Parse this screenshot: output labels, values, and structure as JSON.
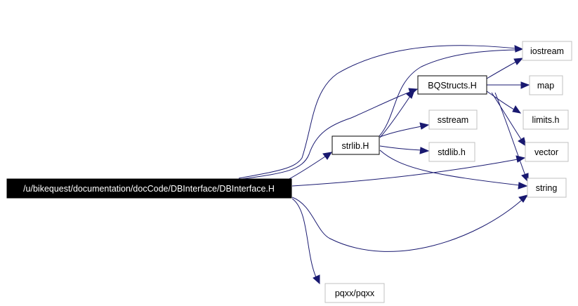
{
  "graph": {
    "root": "/u/bikequest/documentation/docCode/DBInterface/DBInterface.H",
    "nodes": {
      "iostream": "iostream",
      "bqstructs": "BQStructs.H",
      "map": "map",
      "limits": "limits.h",
      "sstream": "sstream",
      "strlib": "strlib.H",
      "stdlib": "stdlib.h",
      "vector": "vector",
      "string": "string",
      "pqxx": "pqxx/pqxx"
    }
  },
  "colors": {
    "edge": "#191970",
    "root_fill": "#000000",
    "root_text": "#ffffff",
    "local_border": "#000000",
    "system_border": "#c0c0c0",
    "node_fill": "#ffffff"
  }
}
